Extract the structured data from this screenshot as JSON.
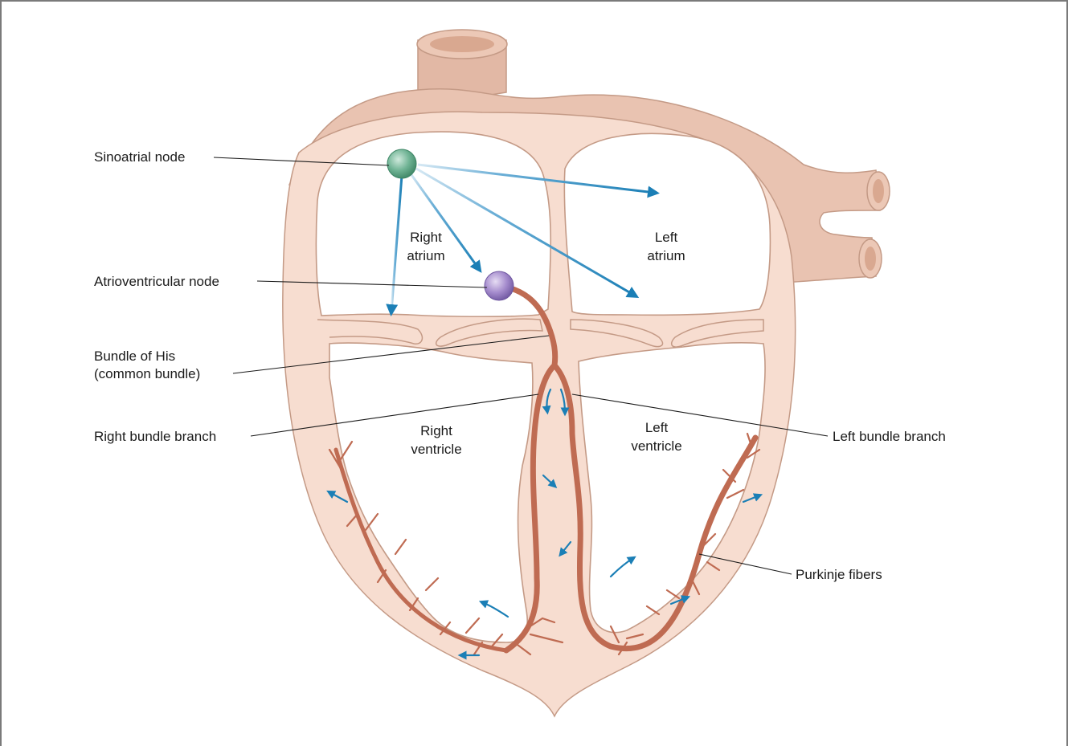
{
  "labels": {
    "sinoatrial_node": "Sinoatrial node",
    "atrioventricular_node": "Atrioventricular node",
    "bundle_of_his_line1": "Bundle of His",
    "bundle_of_his_line2": "(common bundle)",
    "right_bundle_branch": "Right bundle branch",
    "left_bundle_branch": "Left bundle branch",
    "purkinje_fibers": "Purkinje fibers",
    "right_atrium_line1": "Right",
    "right_atrium_line2": "atrium",
    "left_atrium_line1": "Left",
    "left_atrium_line2": "atrium",
    "right_ventricle_line1": "Right",
    "right_ventricle_line2": "ventricle",
    "left_ventricle_line1": "Left",
    "left_ventricle_line2": "ventricle"
  },
  "colors": {
    "myocardium": "#f7ddd0",
    "outline": "#c49a86",
    "vessel": "#e2b8a5",
    "conduction_fibers": "#bf6b52",
    "impulse_arrows": "#1b7fb6",
    "sa_node": "#4f9a78",
    "av_node": "#8e73b8"
  }
}
